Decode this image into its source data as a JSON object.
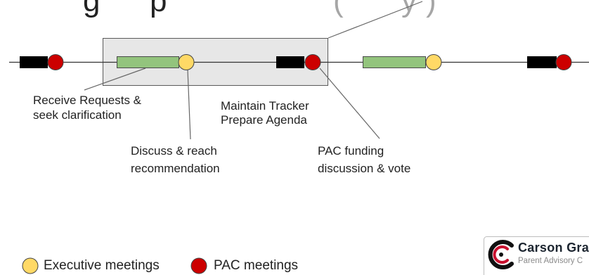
{
  "slide": {
    "title_fragments": {
      "frag_g": "g",
      "frag_p": "p",
      "frag_open_paren": "(",
      "frag_y": "y",
      "frag_close_paren": ")"
    }
  },
  "timeline": {
    "labels": {
      "receive_requests": {
        "line1": "Receive Requests &",
        "line2": "seek clarification"
      },
      "maintain_tracker": {
        "line1": "Maintain Tracker",
        "line2": "Prepare Agenda"
      },
      "discuss_reach": {
        "line1": "Discuss & reach",
        "line2": "recommendation"
      },
      "pac_funding": {
        "line1": "PAC funding",
        "line2": "discussion & vote"
      }
    }
  },
  "legend": {
    "executive_meetings": "Executive meetings",
    "pac_meetings": "PAC meetings"
  },
  "logo": {
    "name": "Carson Gra",
    "tagline": "Parent Advisory C"
  },
  "colors": {
    "executive_meeting": "#ffd966",
    "pac_meeting": "#cc0000",
    "work_block": "#93c47d",
    "admin_block": "#000000",
    "highlight_box": "#e7e7e7",
    "connector": "#666666",
    "timeline_line": "#333333",
    "logo_dark": "#111111",
    "logo_accent": "#c8102e"
  }
}
